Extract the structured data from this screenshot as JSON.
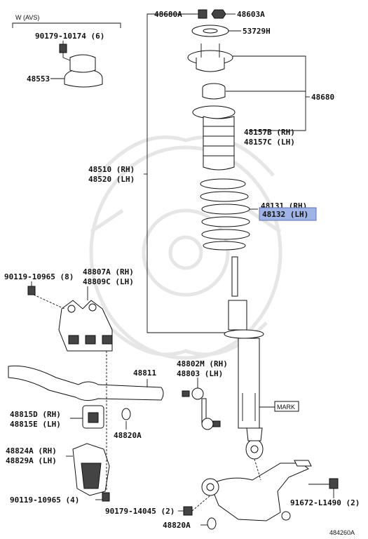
{
  "labels": {
    "avs_group": "W (AVS)",
    "p90179_10174": "90179-10174 (6)",
    "p48553": "48553",
    "p48680a": "48680A",
    "p48603a": "48603A",
    "p53729h": "53729H",
    "p48680": "48680",
    "p48157b": "48157B (RH)",
    "p48157c": "48157C (LH)",
    "p48510": "48510 (RH)",
    "p48520": "48520 (LH)",
    "p48131": "48131 (RH)",
    "p48132": "48132 (LH)",
    "p90119_10965_8": "90119-10965 (8)",
    "p48807a": "48807A (RH)",
    "p48809c": "48809C (LH)",
    "p48811": "48811",
    "p48802m": "48802M (RH)",
    "p48803": "48803 (LH)",
    "mark": "MARK",
    "p48815d": "48815D (RH)",
    "p48815e": "48815E (LH)",
    "p48820a_top": "48820A",
    "p48824a": "48824A (RH)",
    "p48829a": "48829A (LH)",
    "p90119_10965_4": "90119-10965 (4)",
    "p90179_14045": "90179-14045 (2)",
    "p91672_l1490": "91672-L1490 (2)",
    "p48820a_bottom": "48820A",
    "diagram_id": "484260A"
  },
  "colors": {
    "highlight": "#9fb3e6",
    "line": "#111111",
    "watermark": "#e6e6e6"
  }
}
